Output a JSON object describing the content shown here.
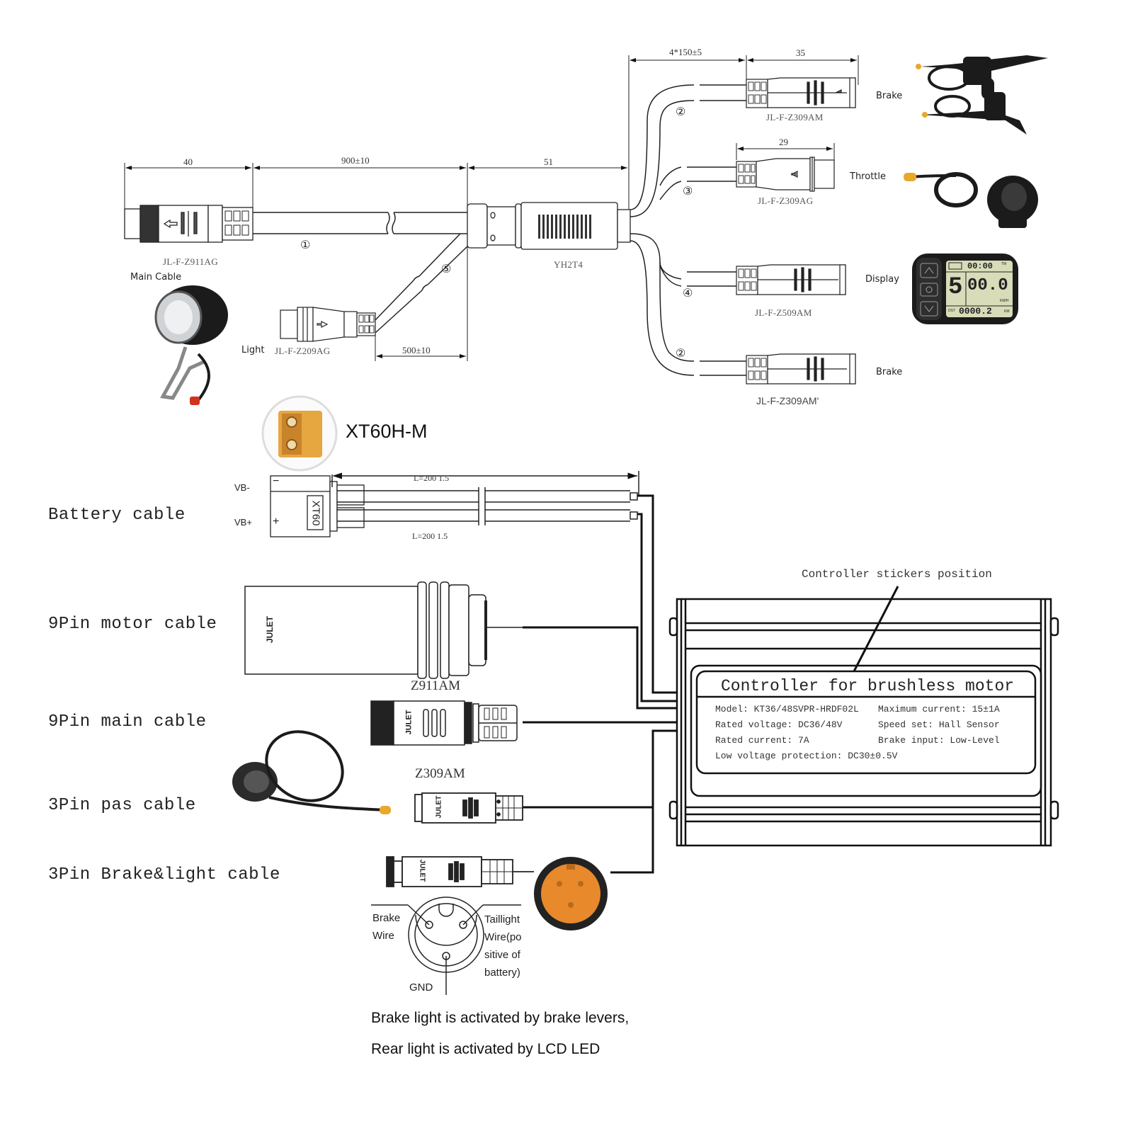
{
  "harness": {
    "dimensions": {
      "main_connector_len": "40",
      "main_cable_len": "900±10",
      "hub_len": "51",
      "branch_len": "4*150±5",
      "brake_connector_len": "35",
      "throttle_connector_len": "29",
      "light_cable_len": "500±10"
    },
    "main_connector": {
      "part": "JL-F-Z911AG",
      "label": "Main Cable",
      "cable_no": "①"
    },
    "hub": {
      "part": "YH2T4"
    },
    "light_branch": {
      "label": "Light",
      "part": "JL-F-Z209AG",
      "cable_no": "⑤"
    },
    "branches": [
      {
        "cable_no": "②",
        "part": "JL-F-Z309AM",
        "label": "Brake"
      },
      {
        "cable_no": "③",
        "part": "JL-F-Z309AG",
        "label": "Throttle"
      },
      {
        "cable_no": "④",
        "part": "JL-F-Z509AM",
        "label": "Display"
      },
      {
        "cable_no": "②",
        "part": "JL-F-Z309AM'",
        "label": "Brake"
      }
    ],
    "display_screen": {
      "time": "00:00",
      "time_unit": "TM",
      "level": "5",
      "speed": "00.0",
      "speed_unit": "KM/H",
      "distance_label": "DST",
      "distance": "0000.2",
      "distance_unit": "KM"
    }
  },
  "battery": {
    "connector_name": "XT60H-M",
    "row_label": "Battery cable",
    "vb_minus": "VB-",
    "vb_plus": "VB+",
    "minus_sign": "−",
    "plus_sign": "+",
    "housing_label": "XT60",
    "length_top": "L=200  1.5",
    "length_bottom": "L=200   1.5"
  },
  "cables": [
    {
      "label": "9Pin motor cable",
      "part": "",
      "brand": "JULET"
    },
    {
      "label": "9Pin main cable",
      "part": "Z911AM",
      "brand": "JULET"
    },
    {
      "label": "3Pin pas cable",
      "part": "Z309AM",
      "brand": "JULET"
    },
    {
      "label": "3Pin Brake&light cable",
      "part": "",
      "brand": "JULET"
    }
  ],
  "pinout": {
    "brake": [
      "Brake",
      "Wire"
    ],
    "taillight": [
      "Taillight",
      "Wire(po",
      "sitive of",
      "battery)"
    ],
    "gnd": "GND"
  },
  "notes": [
    "Brake light is activated by brake levers,",
    "Rear light is activated by LCD LED"
  ],
  "controller": {
    "callout": "Controller stickers position",
    "title": "Controller for brushless motor",
    "specs_left": [
      "Model: KT36/48SVPR-HRDF02L",
      "Rated voltage: DC36/48V",
      "Rated current: 7A"
    ],
    "specs_right": [
      "Maximum current: 15±1A",
      "Speed set: Hall Sensor",
      "Brake input: Low-Level"
    ],
    "spec_bottom": "Low voltage protection: DC30±0.5V"
  },
  "colors": {
    "line": "#111111",
    "connector_orange": "#e8892c",
    "xt60_yellow": "#e6a640",
    "lcd_green": "#d8dcb8",
    "device_black": "#1b1b1b"
  }
}
